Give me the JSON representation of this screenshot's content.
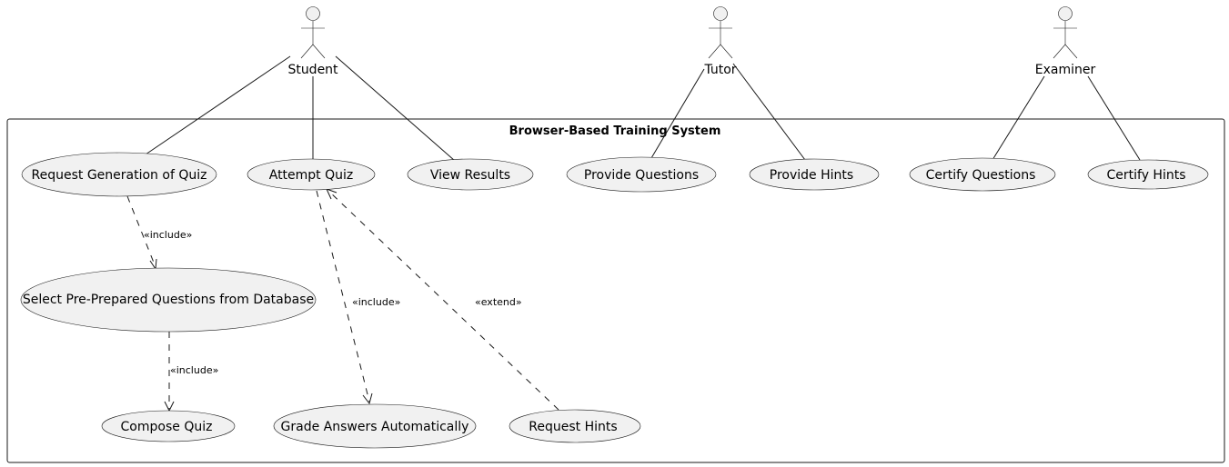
{
  "diagram": {
    "system_title": "Browser-Based Training System",
    "actors": {
      "student": "Student",
      "tutor": "Tutor",
      "examiner": "Examiner"
    },
    "use_cases": {
      "request_generation": "Request Generation of Quiz",
      "attempt_quiz": "Attempt Quiz",
      "view_results": "View Results",
      "provide_questions": "Provide Questions",
      "provide_hints": "Provide Hints",
      "certify_questions": "Certify Questions",
      "certify_hints": "Certify Hints",
      "select_prepared": "Select Pre-Prepared Questions from Database",
      "compose_quiz": "Compose Quiz",
      "grade_answers": "Grade Answers Automatically",
      "request_hints": "Request Hints"
    },
    "relations": {
      "include_generation_select": "«include»",
      "include_select_compose": "«include»",
      "include_attempt_grade": "«include»",
      "extend_hints_attempt": "«extend»"
    }
  }
}
